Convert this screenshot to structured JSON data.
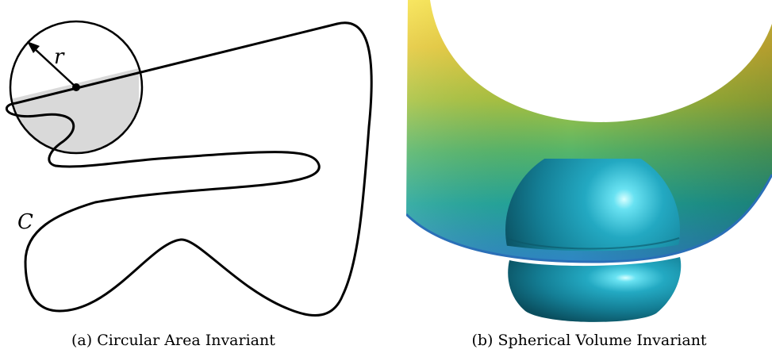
{
  "figure": {
    "panel_a": {
      "caption": "(a) Circular Area Invariant",
      "radius_label": "r",
      "curve_label": "C"
    },
    "panel_b": {
      "caption": "(b) Spherical Volume Invariant"
    }
  }
}
